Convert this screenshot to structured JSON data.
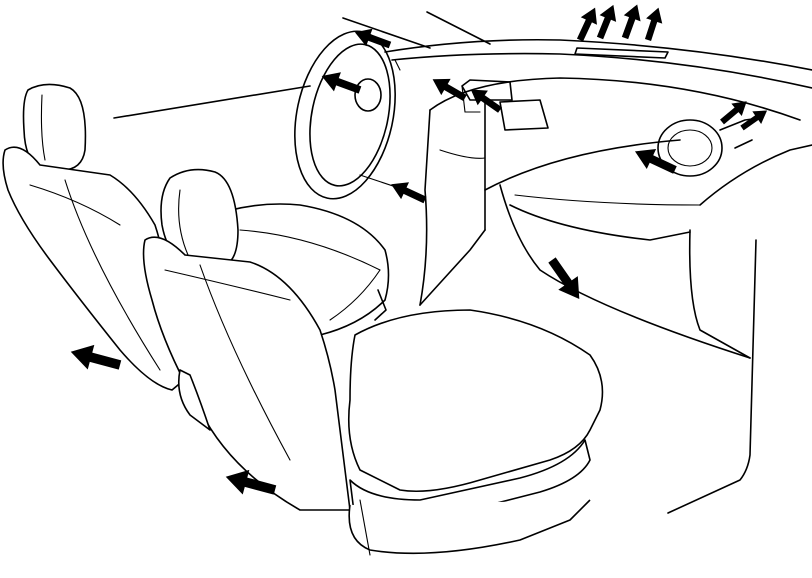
{
  "figure": {
    "kind": "vehicle-interior-airflow-diagram",
    "line_color": "#000000",
    "background_color": "#ffffff"
  },
  "airflow_outlets": [
    {
      "id": "defroster-up",
      "icon": "arrow-icon"
    },
    {
      "id": "side-vent-left",
      "icon": "arrow-icon"
    },
    {
      "id": "center-vent-left",
      "icon": "arrow-icon"
    },
    {
      "id": "center-vent-right",
      "icon": "arrow-icon"
    },
    {
      "id": "right-vent",
      "icon": "arrow-icon"
    },
    {
      "id": "side-window",
      "icon": "arrow-icon"
    },
    {
      "id": "driver-foot",
      "icon": "arrow-icon"
    },
    {
      "id": "passenger-foot",
      "icon": "arrow-icon"
    },
    {
      "id": "rear-left-foot",
      "icon": "arrow-icon"
    },
    {
      "id": "rear-right-foot",
      "icon": "arrow-icon"
    }
  ]
}
